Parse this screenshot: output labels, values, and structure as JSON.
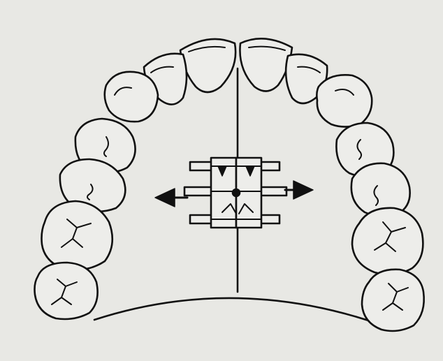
{
  "colors": {
    "paper": "#e8e8e4",
    "ink": "#111111",
    "tooth_fill": "#ededea"
  },
  "diagram": {
    "arch": "maxillary",
    "teeth_per_side": 7,
    "midline": true,
    "appliance": "expansion-screw",
    "arrows": [
      "left",
      "right"
    ]
  }
}
